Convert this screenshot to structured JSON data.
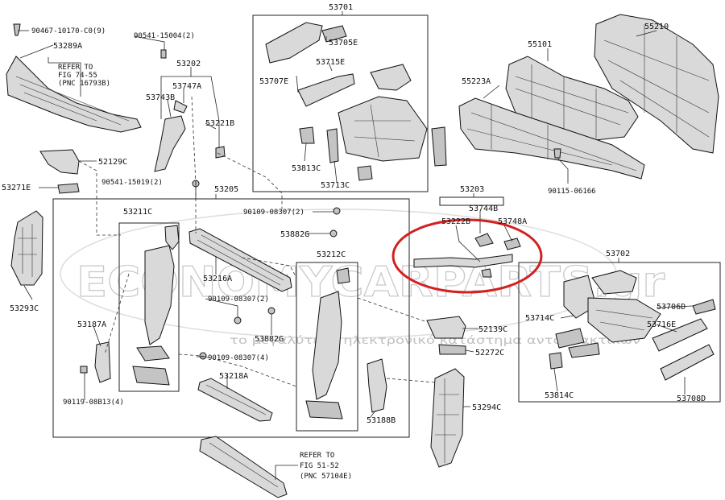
{
  "labels": {
    "p90467": "90467-10170-C0(9)",
    "p53289A": "53289A",
    "refer1_l1": "REFER TO",
    "refer1_l2": "FIG 74-55",
    "refer1_l3": "(PNC 16793B)",
    "p90541a": "90541-15004(2)",
    "p53202": "53202",
    "p53747A": "53747A",
    "p53743B": "53743B",
    "p53221B": "53221B",
    "p52129C": "52129C",
    "p53271E": "53271E",
    "p90541b": "90541-15019(2)",
    "p53205": "53205",
    "p53211C": "53211C",
    "p53293C": "53293C",
    "p53216A": "53216A",
    "p90109a": "90109-08307(2)",
    "p53882Ga": "53882G",
    "p53212C": "53212C",
    "p90109b": "90109-08307(2)",
    "p53882Gb": "53882G",
    "p53187A": "53187A",
    "p90109c": "90109-08307(4)",
    "p53218A": "53218A",
    "p90119": "90119-08B13(4)",
    "p53188B": "53188B",
    "refer2_l1": "REFER TO",
    "refer2_l2": "FIG 51-52",
    "refer2_l3": "(PNC 57104E)",
    "p53701": "53701",
    "p53705E": "53705E",
    "p53715E": "53715E",
    "p53707E": "53707E",
    "p53813C": "53813C",
    "p53713C": "53713C",
    "p55101": "55101",
    "p55210": "55210",
    "p55223A": "55223A",
    "p90115": "90115-06166",
    "p53203": "53203",
    "p53744B": "53744B",
    "p53222B": "53222B",
    "p53748A": "53748A",
    "p52139C": "52139C",
    "p52272C": "52272C",
    "p53294C": "53294C",
    "p53702": "53702",
    "p53714C": "53714C",
    "p53706D": "53706D",
    "p53716E": "53716E",
    "p53814C": "53814C",
    "p53708D": "53708D"
  },
  "watermark": {
    "main": "ECONOMYCARPARTS.gr",
    "sub": "το μεγαλύτερο ηλεκτρονικό κατάστημα ανταλλακτικών"
  },
  "colors": {
    "highlight": "#d32020",
    "line": "#222222",
    "part_fill": "#d9d9d9"
  }
}
